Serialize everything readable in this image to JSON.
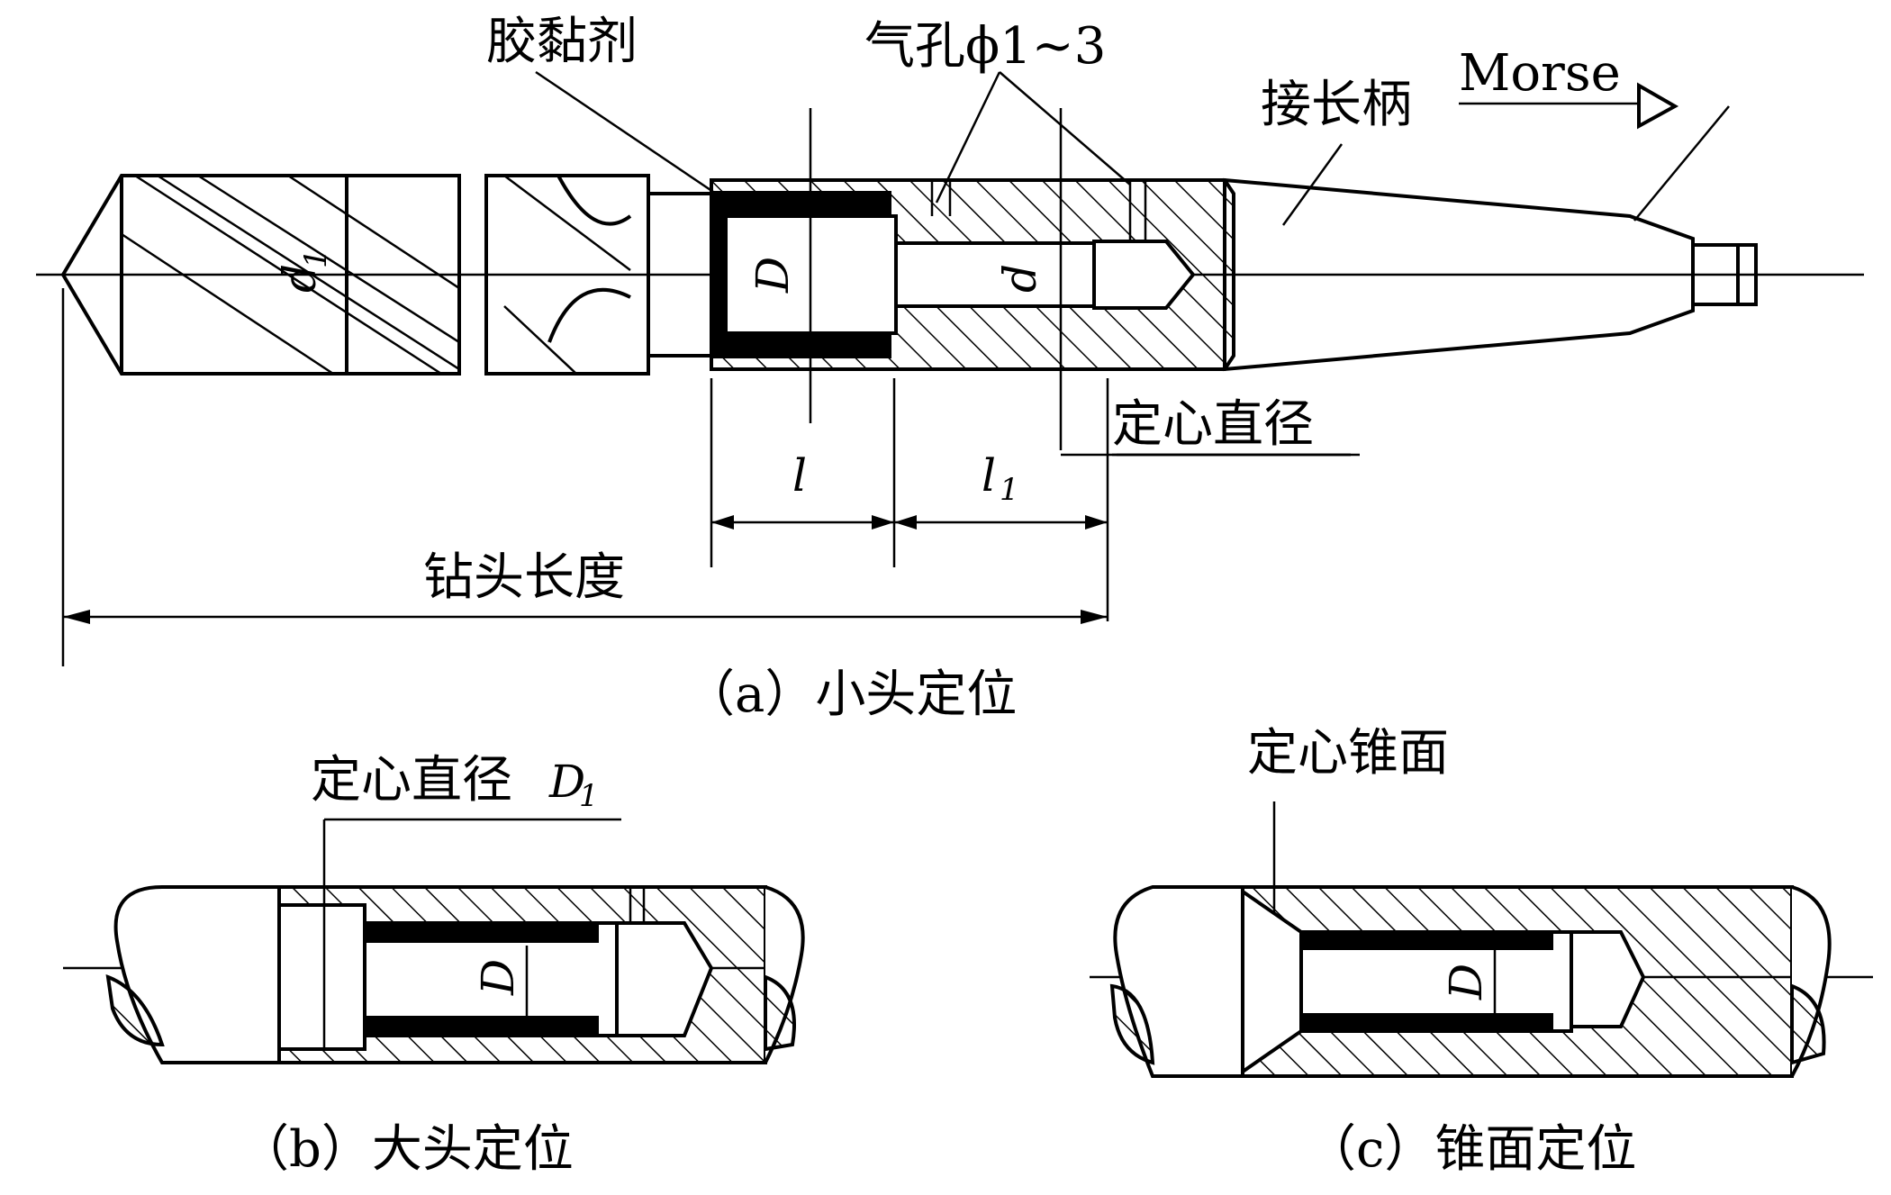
{
  "figure_a": {
    "labels": {
      "adhesive": "胶黏剂",
      "vent_hole": "气孔ϕ1~3",
      "extension_shank": "接长柄",
      "morse": "Morse",
      "centering_diameter": "定心直径",
      "drill_length": "钻头长度"
    },
    "symbols": {
      "d1": "d",
      "d1_sub": "1",
      "D": "D",
      "d": "d",
      "l": "l",
      "l1": "l",
      "l1_sub": "1"
    },
    "caption": "（a）小头定位"
  },
  "figure_b": {
    "labels": {
      "centering_diameter_d1": "定心直径",
      "D1_symbol": "D",
      "D1_sub": "1"
    },
    "symbols": {
      "D": "D"
    },
    "caption": "（b）大头定位"
  },
  "figure_c": {
    "labels": {
      "centering_cone": "定心锥面"
    },
    "symbols": {
      "D": "D"
    },
    "caption": "（c）锥面定位"
  }
}
